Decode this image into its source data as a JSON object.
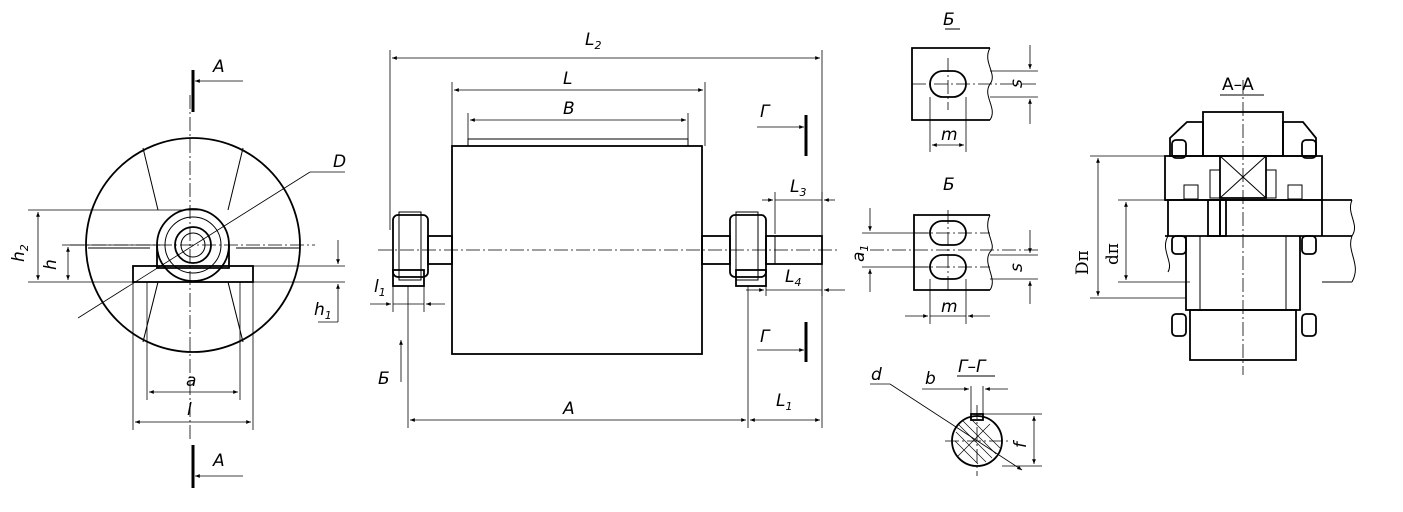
{
  "labels": {
    "section_a_top": "A",
    "section_a_bottom": "A",
    "d_label": "D",
    "h2_base": "h",
    "h2_sub": "2",
    "h_label": "h",
    "h1_base": "h",
    "h1_sub": "1",
    "a_label": "a",
    "l_small": "l",
    "L2_base": "L",
    "L2_sub": "2",
    "L_label": "L",
    "B_label": "B",
    "G_top": "Г",
    "G_bottom": "Г",
    "L3_base": "L",
    "L3_sub": "3",
    "L4_base": "L",
    "L4_sub": "4",
    "l1_base": "l",
    "l1_sub": "1",
    "B_cyr_left": "Б",
    "A_bottom": "A",
    "L1_base": "L",
    "L1_sub": "1",
    "view_b_top": "Б",
    "view_b_mid": "Б",
    "s_top": "s",
    "m_top": "m",
    "a1_base": "a",
    "a1_sub": "1",
    "s_mid": "s",
    "m_mid": "m",
    "section_gg": "Г–Г",
    "d_key": "d",
    "b_key": "b",
    "f_key": "f",
    "section_aa": "A–A",
    "Dp": "Dп",
    "dp": "dп"
  }
}
